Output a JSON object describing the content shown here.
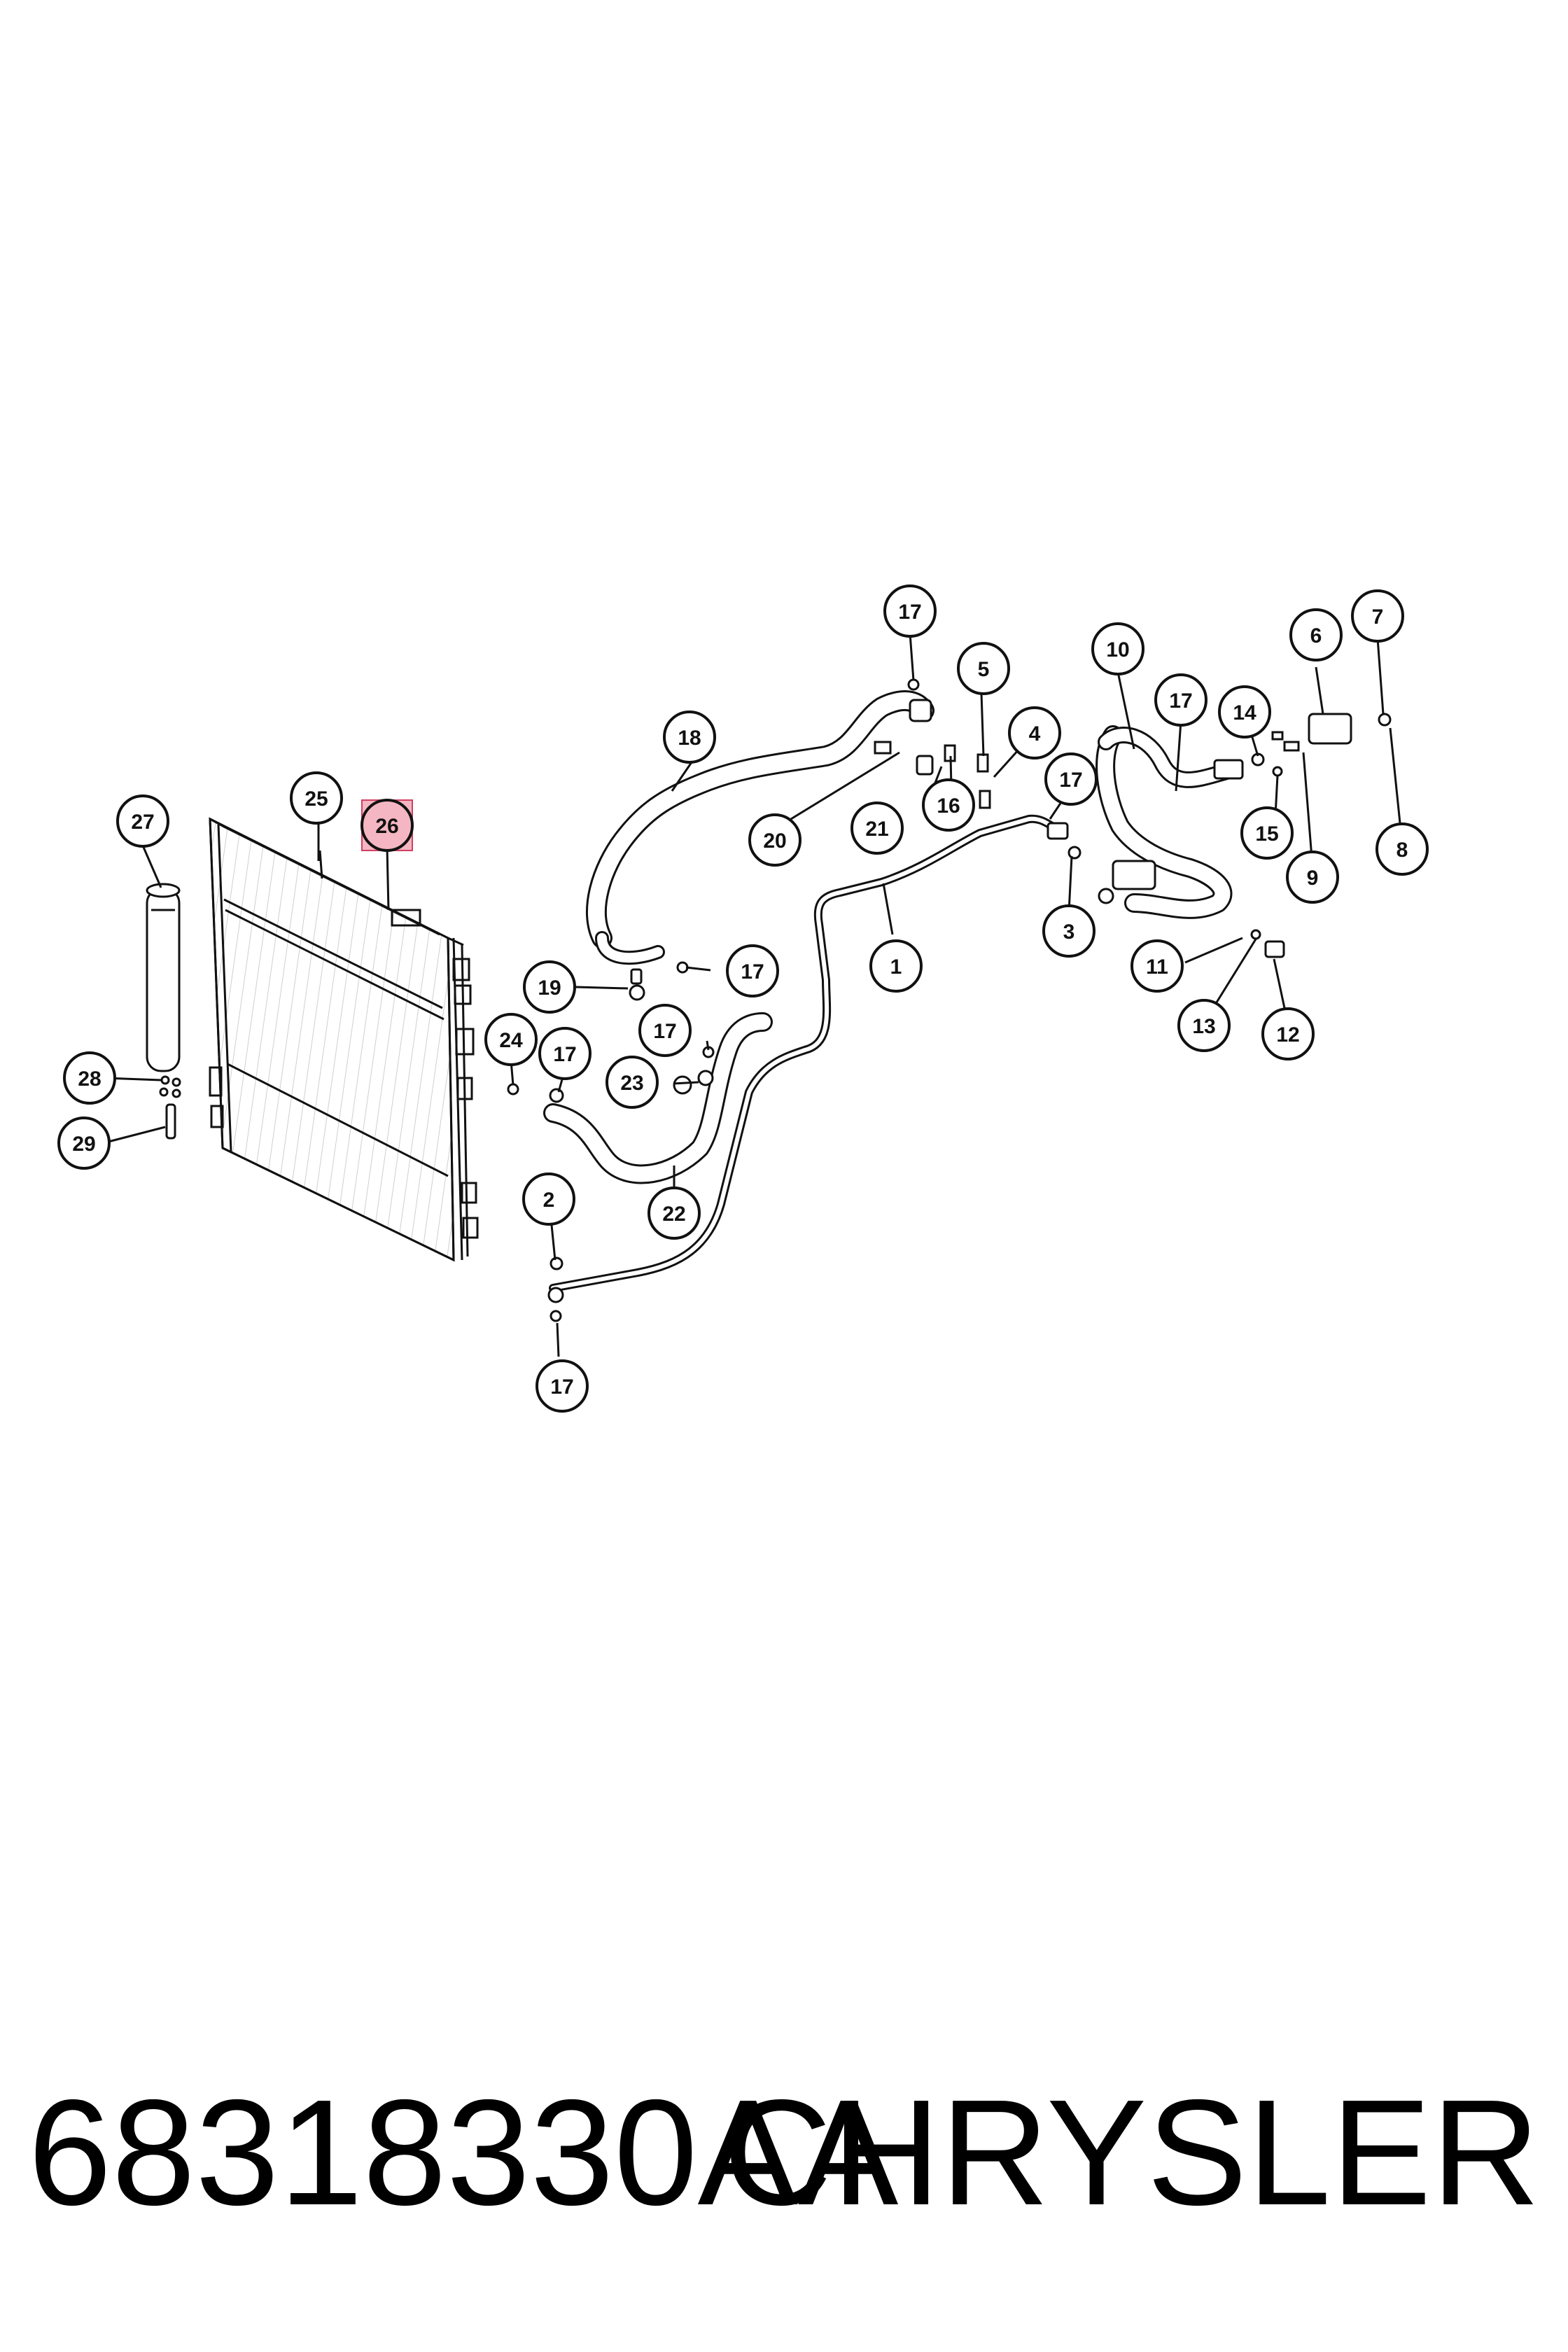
{
  "callouts": {
    "c1": "1",
    "c2": "2",
    "c3": "3",
    "c4": "4",
    "c5": "5",
    "c6": "6",
    "c7": "7",
    "c8": "8",
    "c9": "9",
    "c10": "10",
    "c11": "11",
    "c12": "12",
    "c13": "13",
    "c14": "14",
    "c15": "15",
    "c16": "16",
    "c17": "17",
    "c18": "18",
    "c19": "19",
    "c20": "20",
    "c21": "21",
    "c22": "22",
    "c23": "23",
    "c24": "24",
    "c25": "25",
    "c26": "26",
    "c27": "27",
    "c28": "28",
    "c29": "29"
  },
  "highlighted_callout": "26",
  "highlight_color": "#f4b6c2",
  "footer": {
    "part_number": "68318330AA",
    "brand": "CHRYSLER"
  }
}
